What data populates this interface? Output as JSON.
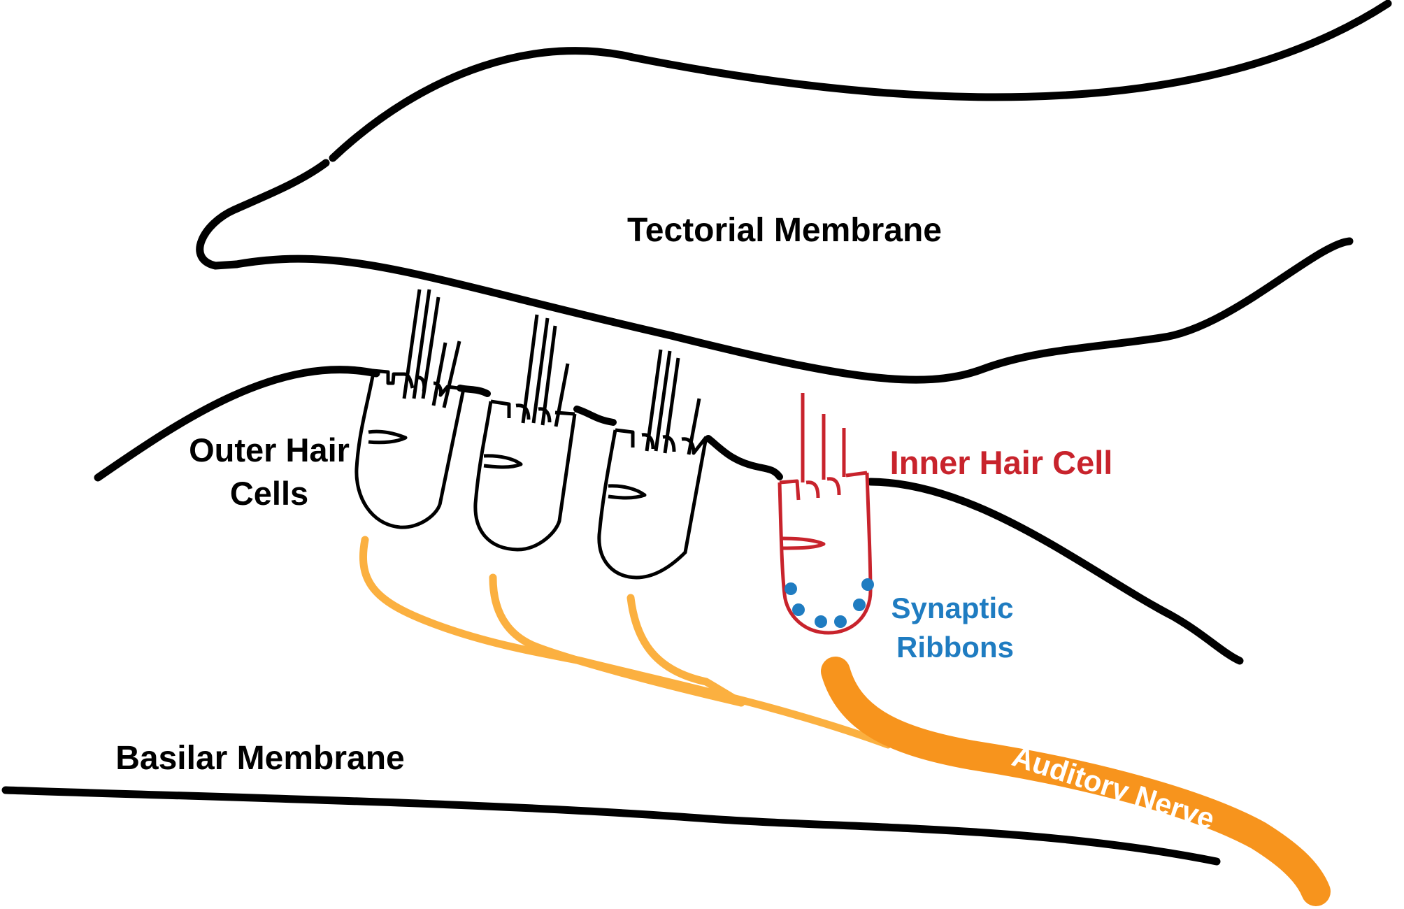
{
  "labels": {
    "tectorial": "Tectorial Membrane",
    "outer_line1": "Outer Hair",
    "outer_line2": "Cells",
    "inner": "Inner Hair Cell",
    "synaptic_line1": "Synaptic",
    "synaptic_line2": "Ribbons",
    "basilar": "Basilar Membrane",
    "nerve": "Auditory Nerve"
  },
  "colors": {
    "structure": "#000000",
    "inner_hair_cell": "#c8232c",
    "synaptic_ribbons": "#1f7cc1",
    "outer_fibers": "#fbb040",
    "auditory_nerve": "#f7941d",
    "nerve_text": "#ffffff"
  }
}
